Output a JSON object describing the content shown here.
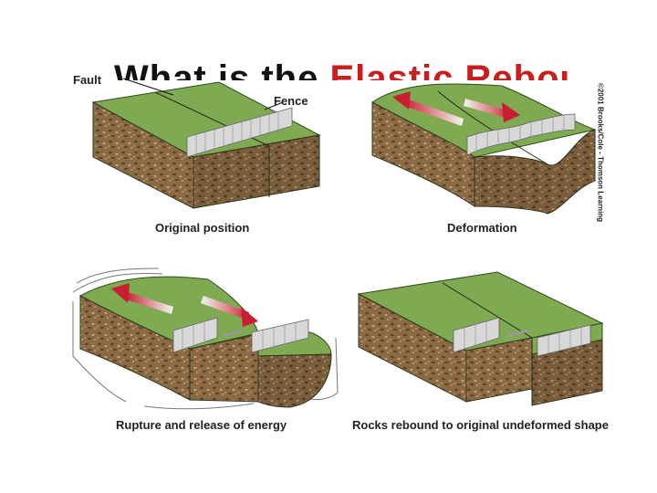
{
  "title": {
    "part1": "What is the ",
    "part2": "Elastic Rebound Theory",
    "part3": "?"
  },
  "labels": {
    "fault": "Fault",
    "fence": "Fence"
  },
  "captions": {
    "p1": "Original position",
    "p2": "Deformation",
    "p3": "Rupture and release of energy",
    "p4": "Rocks rebound to original undeformed shape"
  },
  "credit": "©2001 Brooks/Cole - Thomson Learning",
  "colors": {
    "grass": "#7faa52",
    "grass_dark": "#5e8a3a",
    "soil": "#8b6a44",
    "soil_dark": "#6b5032",
    "arrow": "#c81e32",
    "fence": "#d8d8d8"
  }
}
